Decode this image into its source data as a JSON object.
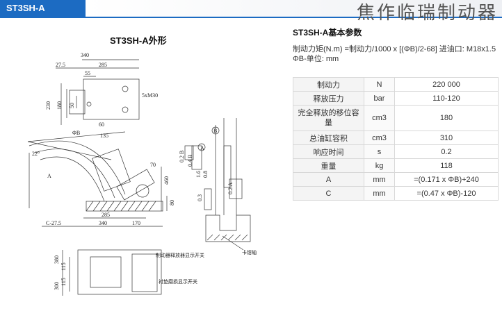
{
  "header": {
    "tab_label": "ST3SH-A",
    "brand_text": "焦作临瑞制动器",
    "accent_color": "#1c6bc2"
  },
  "drawing": {
    "title": "ST3SH-A外形",
    "dims": {
      "d340": "340",
      "d275": "27.5",
      "d285": "285",
      "d55": "55",
      "d230": "230",
      "d180": "180",
      "d50": "50",
      "d5xm30": "5xM30",
      "d60": "60",
      "dphiB": "ΦB",
      "d135": "135",
      "d22": "22°",
      "dA": "A",
      "d70": "70",
      "d460": "460",
      "d80": "80",
      "d285b": "285",
      "dC275": "C-27.5",
      "d340b": "340",
      "d170": "170",
      "d380": "380",
      "d115a": "115",
      "d300": "300",
      "d115b": "115",
      "tol1": "0.2 B",
      "tol2": "0.4 B",
      "tol3": "1.6",
      "tol4": "0.8",
      "tol5": "0.3",
      "tol6": "0.2 A",
      "ref_A": "A",
      "ref_B": "B"
    },
    "label_brake_rail": "卡钳轴",
    "label_release_switch": "制动器释放器显示开关",
    "label_wear_switch": "衬垫磨损显示开关"
  },
  "params": {
    "title": "ST3SH-A基本参数",
    "note_line1": "制动力矩(N.m) =制动力/1000 x [(ΦB)/2-68] 进油口: M18x1.5",
    "note_line2": "ΦB-单位: mm",
    "rows": [
      {
        "name": "制动力",
        "unit": "N",
        "value": "220 000"
      },
      {
        "name": "释放压力",
        "unit": "bar",
        "value": "110-120"
      },
      {
        "name": "完全释放的移位容量",
        "unit": "cm3",
        "value": "180"
      },
      {
        "name": "总油缸容积",
        "unit": "cm3",
        "value": "310"
      },
      {
        "name": "响应时间",
        "unit": "s",
        "value": "0.2"
      },
      {
        "name": "重量",
        "unit": "kg",
        "value": "118"
      },
      {
        "name": "A",
        "unit": "mm",
        "value": "=(0.171 x ΦB)+240"
      },
      {
        "name": "C",
        "unit": "mm",
        "value": "=(0.47 x ΦB)-120"
      }
    ]
  }
}
